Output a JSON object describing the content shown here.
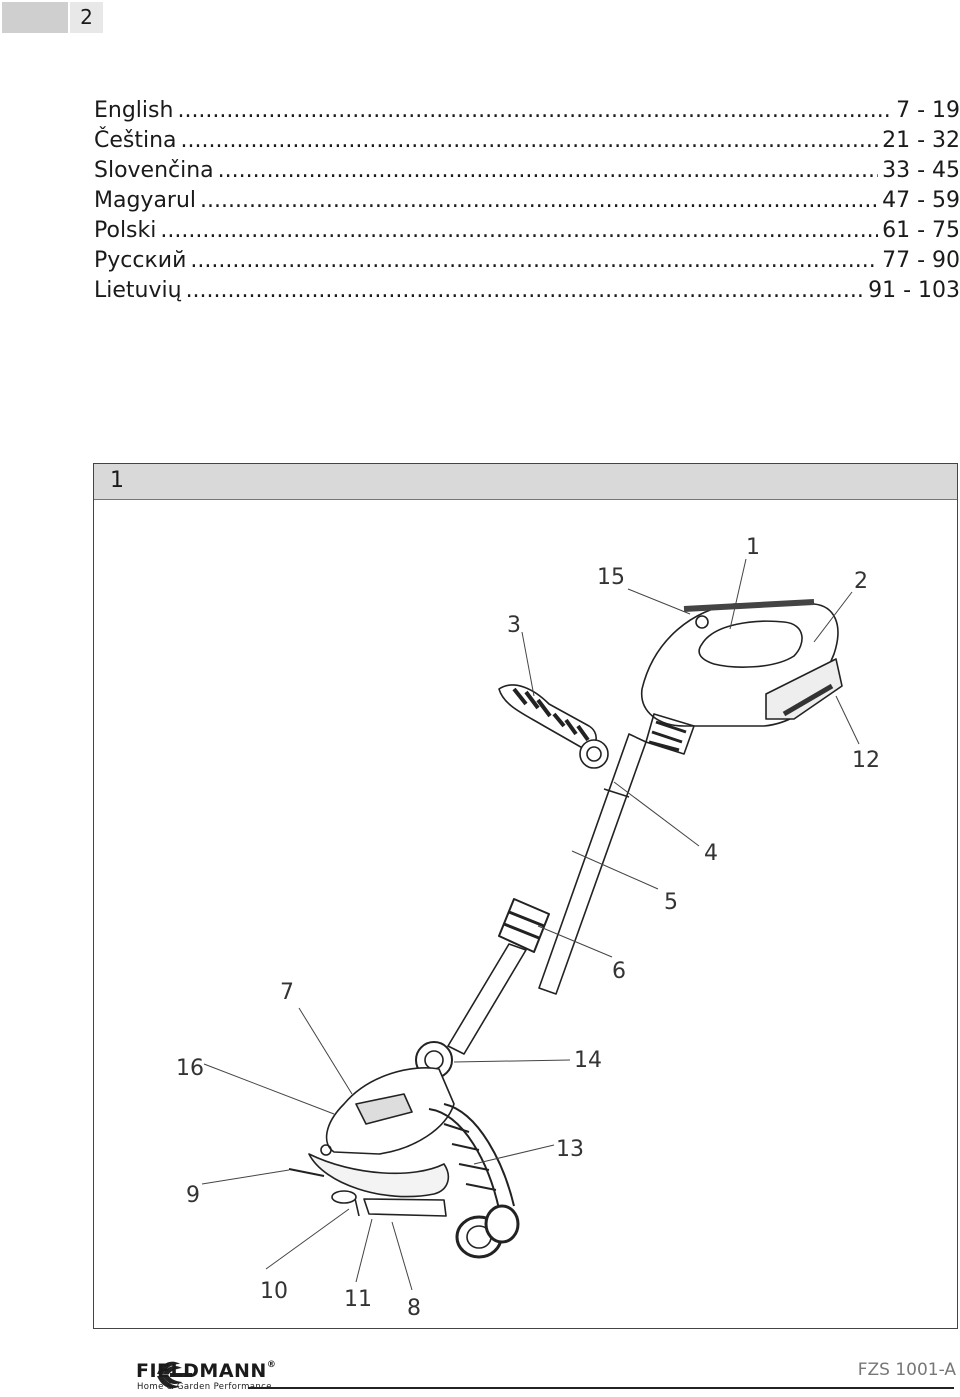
{
  "header": {
    "page_number": "2"
  },
  "toc": [
    {
      "language": "English",
      "pages": "7 - 19"
    },
    {
      "language": "Čeština",
      "pages": "21 - 32"
    },
    {
      "language": "Slovenčina",
      "pages": "33 - 45"
    },
    {
      "language": "Magyarul",
      "pages": "47 - 59"
    },
    {
      "language": "Polski",
      "pages": "61 - 75"
    },
    {
      "language": "Русский",
      "pages": "77 - 90"
    },
    {
      "language": "Lietuvių",
      "pages": "91 - 103"
    }
  ],
  "figure": {
    "number": "1",
    "callouts": [
      "1",
      "2",
      "3",
      "4",
      "5",
      "6",
      "7",
      "8",
      "9",
      "10",
      "11",
      "12",
      "13",
      "14",
      "15",
      "16"
    ]
  },
  "footer": {
    "brand": "FIELDMANN",
    "registered": "®",
    "tagline": "Home & Garden Performance",
    "model": "FZS 1001-A"
  },
  "colors": {
    "header_gray": "#cfcfcf",
    "figure_header": "#d9d9d9",
    "line": "#222222"
  }
}
